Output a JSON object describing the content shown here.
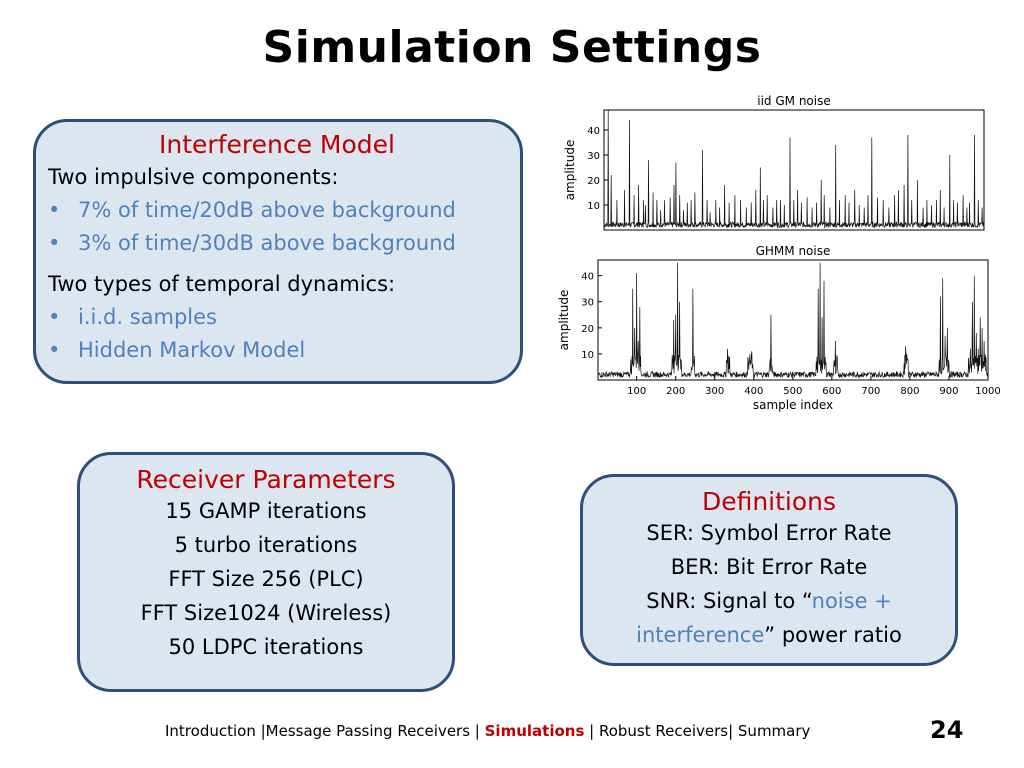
{
  "title": "Simulation Settings",
  "interference": {
    "heading": "Interference Model",
    "components_label": "Two impulsive components:",
    "components": [
      "7% of time/20dB above background",
      "3% of time/30dB above background"
    ],
    "dynamics_label": "Two types of temporal dynamics:",
    "dynamics": [
      "i.i.d. samples",
      "Hidden Markov Model"
    ]
  },
  "receiver": {
    "heading": "Receiver Parameters",
    "lines": [
      "15 GAMP iterations",
      "5 turbo iterations",
      "FFT Size 256 (PLC)",
      "FFT Size1024 (Wireless)",
      "50 LDPC iterations"
    ]
  },
  "definitions": {
    "heading": "Definitions",
    "ser": "SER: Symbol Error Rate",
    "ber": "BER: Bit Error Rate",
    "snr_prefix": "SNR: Signal to “",
    "snr_highlight_1": "noise +",
    "snr_highlight_2": "interference",
    "snr_suffix": "” power ratio"
  },
  "footer": {
    "part1": "Introduction |Message Passing Receivers | ",
    "active": "Simulations",
    "part2": " | Robust Receivers| Summary",
    "page": "24"
  },
  "colors": {
    "accent_red": "#c00000",
    "accent_blue": "#4f81bd",
    "box_fill": "#dce6f1",
    "box_border": "#2f4e7a"
  },
  "chart_data": [
    {
      "type": "line",
      "title": "iid GM noise",
      "ylabel": "amplitude",
      "yticks": [
        10,
        20,
        30,
        40
      ],
      "ylim": [
        0,
        48
      ],
      "xlim": [
        1,
        1000
      ],
      "series": [
        {
          "spikes": [
            [
              12,
              48
            ],
            [
              20,
              22
            ],
            [
              35,
              12
            ],
            [
              55,
              16
            ],
            [
              68,
              44
            ],
            [
              80,
              14
            ],
            [
              92,
              18
            ],
            [
              105,
              12
            ],
            [
              110,
              10
            ],
            [
              118,
              28
            ],
            [
              130,
              15
            ],
            [
              140,
              12
            ],
            [
              150,
              8
            ],
            [
              160,
              12
            ],
            [
              175,
              13
            ],
            [
              185,
              18
            ],
            [
              190,
              27
            ],
            [
              200,
              14
            ],
            [
              210,
              8
            ],
            [
              220,
              11
            ],
            [
              230,
              12
            ],
            [
              240,
              15
            ],
            [
              260,
              32
            ],
            [
              272,
              12
            ],
            [
              280,
              7
            ],
            [
              295,
              12
            ],
            [
              305,
              9
            ],
            [
              318,
              18
            ],
            [
              330,
              11
            ],
            [
              345,
              14
            ],
            [
              360,
              12
            ],
            [
              375,
              9
            ],
            [
              388,
              11
            ],
            [
              400,
              16
            ],
            [
              412,
              25
            ],
            [
              420,
              12
            ],
            [
              430,
              14
            ],
            [
              445,
              9
            ],
            [
              455,
              12
            ],
            [
              465,
              12
            ],
            [
              475,
              10
            ],
            [
              490,
              37
            ],
            [
              500,
              12
            ],
            [
              510,
              16
            ],
            [
              520,
              11
            ],
            [
              535,
              13
            ],
            [
              548,
              9
            ],
            [
              560,
              11
            ],
            [
              572,
              20
            ],
            [
              580,
              14
            ],
            [
              595,
              9
            ],
            [
              610,
              34
            ],
            [
              620,
              12
            ],
            [
              635,
              14
            ],
            [
              645,
              11
            ],
            [
              660,
              16
            ],
            [
              672,
              10
            ],
            [
              685,
              9
            ],
            [
              695,
              14
            ],
            [
              705,
              37
            ],
            [
              720,
              13
            ],
            [
              735,
              12
            ],
            [
              750,
              9
            ],
            [
              765,
              14
            ],
            [
              775,
              16
            ],
            [
              790,
              18
            ],
            [
              800,
              38
            ],
            [
              810,
              12
            ],
            [
              825,
              20
            ],
            [
              840,
              9
            ],
            [
              850,
              12
            ],
            [
              862,
              10
            ],
            [
              875,
              12
            ],
            [
              885,
              16
            ],
            [
              895,
              9
            ],
            [
              910,
              30
            ],
            [
              920,
              12
            ],
            [
              930,
              11
            ],
            [
              945,
              14
            ],
            [
              955,
              9
            ],
            [
              962,
              11
            ],
            [
              975,
              38
            ],
            [
              985,
              12
            ],
            [
              995,
              9
            ]
          ]
        }
      ]
    },
    {
      "type": "line",
      "title": "GHMM noise",
      "xlabel": "sample index",
      "ylabel": "amplitude",
      "xticks": [
        100,
        200,
        300,
        400,
        500,
        600,
        700,
        800,
        900,
        1000
      ],
      "yticks": [
        10,
        20,
        30,
        40
      ],
      "ylim": [
        0,
        46
      ],
      "xlim": [
        1,
        1000
      ],
      "series": [
        {
          "bursts": [
            {
              "start": 85,
              "end": 110,
              "peaks": [
                [
                  90,
                  35
                ],
                [
                  95,
                  20
                ],
                [
                  100,
                  41
                ],
                [
                  104,
                  15
                ],
                [
                  108,
                  28
                ]
              ]
            },
            {
              "start": 190,
              "end": 215,
              "peaks": [
                [
                  195,
                  23
                ],
                [
                  200,
                  25
                ],
                [
                  205,
                  45
                ],
                [
                  210,
                  30
                ]
              ]
            },
            {
              "start": 240,
              "end": 248,
              "peaks": [
                [
                  244,
                  35
                ]
              ]
            },
            {
              "start": 330,
              "end": 338,
              "peaks": [
                [
                  333,
                  12
                ]
              ]
            },
            {
              "start": 385,
              "end": 398,
              "peaks": [
                [
                  390,
                  10
                ],
                [
                  395,
                  11
                ]
              ]
            },
            {
              "start": 440,
              "end": 448,
              "peaks": [
                [
                  444,
                  25
                ]
              ]
            },
            {
              "start": 560,
              "end": 585,
              "peaks": [
                [
                  565,
                  35
                ],
                [
                  570,
                  45
                ],
                [
                  575,
                  24
                ],
                [
                  580,
                  38
                ]
              ]
            },
            {
              "start": 605,
              "end": 615,
              "peaks": [
                [
                  609,
                  15
                ]
              ]
            },
            {
              "start": 785,
              "end": 795,
              "peaks": [
                [
                  789,
                  13
                ],
                [
                  792,
                  10
                ]
              ]
            },
            {
              "start": 875,
              "end": 900,
              "peaks": [
                [
                  878,
                  32
                ],
                [
                  884,
                  39
                ],
                [
                  890,
                  17
                ],
                [
                  896,
                  20
                ]
              ]
            },
            {
              "start": 950,
              "end": 995,
              "peaks": [
                [
                  955,
                  12
                ],
                [
                  960,
                  30
                ],
                [
                  965,
                  40
                ],
                [
                  970,
                  18
                ],
                [
                  975,
                  12
                ],
                [
                  980,
                  24
                ],
                [
                  985,
                  20
                ],
                [
                  990,
                  15
                ]
              ]
            }
          ]
        }
      ]
    }
  ]
}
